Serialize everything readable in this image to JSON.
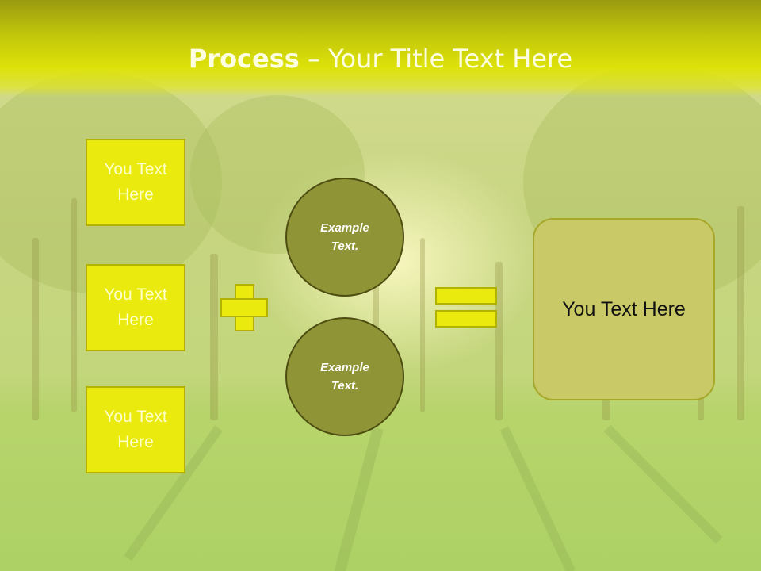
{
  "slide": {
    "title_bold": "Process",
    "title_rest": " – Your Title Text Here",
    "left_boxes": [
      "You Text\nHere",
      "You Text\nHere",
      "You Text\nHere"
    ],
    "circles": [
      "Example\nText.",
      "Example\nText."
    ],
    "result_text": "You Text Here"
  },
  "colors": {
    "header": "#dde20a",
    "box_fill": "#eaea0e",
    "circle_fill": "#8f9436",
    "result_fill": "#c9c967"
  }
}
